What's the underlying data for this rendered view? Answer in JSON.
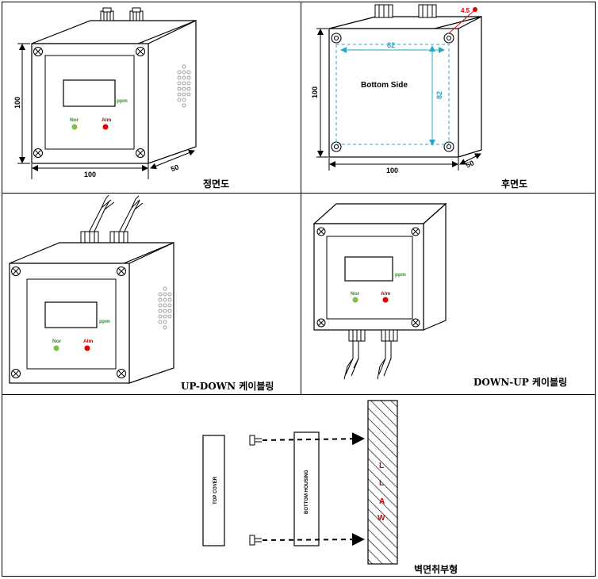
{
  "panels": {
    "front": {
      "caption": "정면도",
      "dim_height": "100",
      "dim_width": "100",
      "dim_depth": "50",
      "ppm": "ppm",
      "nor": "Nor",
      "alm": "Alm"
    },
    "rear": {
      "caption": "후면도",
      "dim_height": "100",
      "dim_width": "100",
      "dim_depth": "50",
      "hole_h": "82",
      "hole_v": "82",
      "hole_dia": "4.5",
      "center_text": "Bottom Side"
    },
    "updown": {
      "caption": "UP-DOWN 케이블링",
      "ppm": "ppm",
      "nor": "Nor",
      "alm": "Alm"
    },
    "downup": {
      "caption": "DOWN-UP 케이블링",
      "ppm": "ppm",
      "nor": "Nor",
      "alm": "Alm"
    },
    "wall": {
      "caption": "벽면취부형",
      "top_cover": "TOP COVER",
      "bottom_housing": "BOTTOM HOUSING",
      "wall_letters": [
        "W",
        "A",
        "L",
        "L"
      ]
    }
  },
  "colors": {
    "green_led": "#7dc142",
    "red_led": "#e00000",
    "cyan_dim": "#2aa6c8",
    "wall_text": "#d00000"
  }
}
